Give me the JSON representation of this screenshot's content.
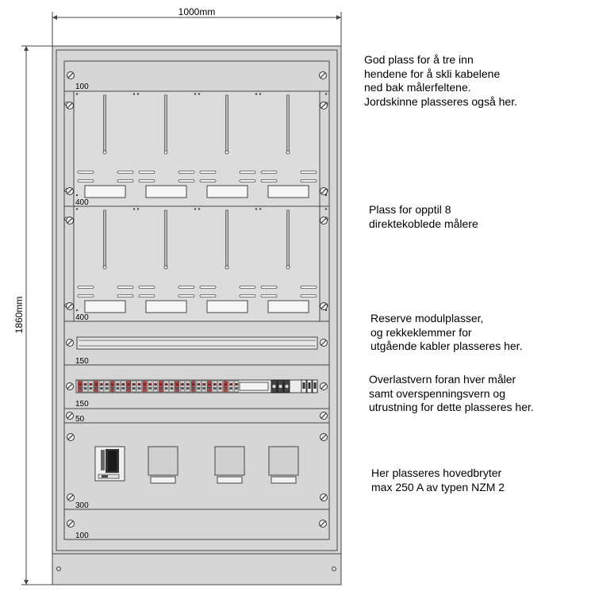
{
  "dimensions": {
    "width_label": "1000mm",
    "height_label": "1860mm"
  },
  "sections": [
    {
      "id": "top",
      "label": "100"
    },
    {
      "id": "meters-upper",
      "label": "400"
    },
    {
      "id": "meters-lower",
      "label": "400"
    },
    {
      "id": "reserve",
      "label": "150"
    },
    {
      "id": "terminals",
      "label": "150"
    },
    {
      "id": "spacer",
      "label": "50"
    },
    {
      "id": "main-switch",
      "label": "300"
    },
    {
      "id": "bottom",
      "label": "100"
    }
  ],
  "notes": [
    {
      "id": "cable-space",
      "lines": [
        "God plass for å tre inn",
        "hendene for å skli kabelene",
        "ned bak målerfeltene.",
        "Jordskinne plasseres også her."
      ]
    },
    {
      "id": "meter-space",
      "lines": [
        "Plass for opptil 8",
        "direktekoblede målere"
      ]
    },
    {
      "id": "reserve-space",
      "lines": [
        "Reserve modulplasser,",
        "og rekkeklemmer for",
        "utgående kabler plasseres her."
      ]
    },
    {
      "id": "overload-space",
      "lines": [
        "Overlastvern foran hver måler",
        "samt overspenningsvern og",
        "utrustning for dette plasseres her."
      ]
    },
    {
      "id": "main-switch-space",
      "lines": [
        "Her plasseres hovedbryter",
        "max 250 A av typen NZM 2"
      ]
    }
  ],
  "colors": {
    "panel": "#d6d6d6",
    "panel_light": "#e2e2e2",
    "stroke": "#444444",
    "terminal_red": "#a03a3a"
  }
}
